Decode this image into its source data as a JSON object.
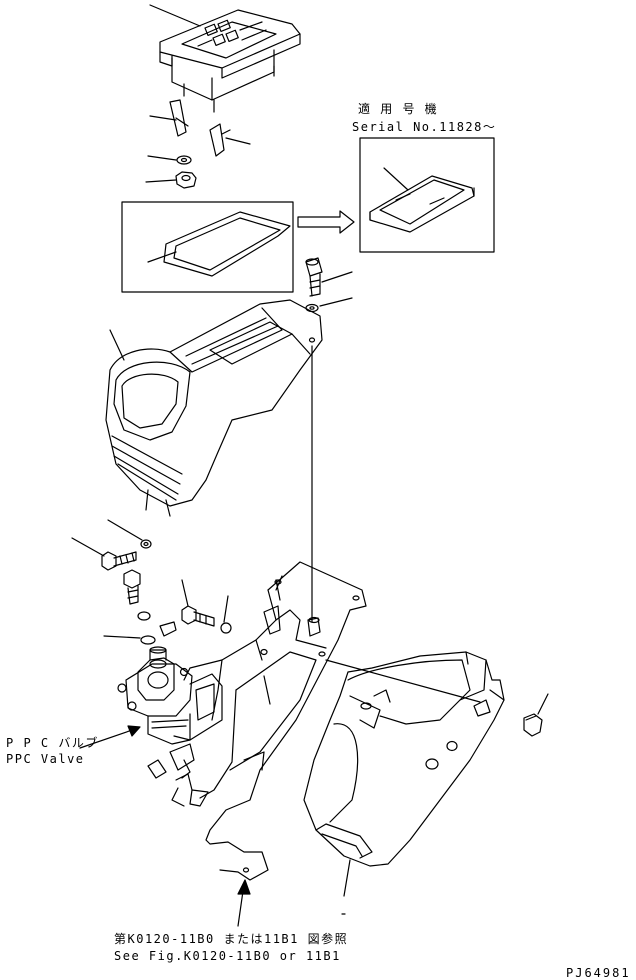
{
  "serial_note": {
    "line1": "適 用 号 機",
    "line2": "Serial No.11828～"
  },
  "ppc_valve": {
    "label_jp": "P P C バルブ",
    "label_en": "PPC Valve"
  },
  "reference": {
    "line1": "第K0120-11B0 または11B1 図参照",
    "line2": "See Fig.K0120-11B0 or 11B1"
  },
  "drawing_number": "PJ64981"
}
